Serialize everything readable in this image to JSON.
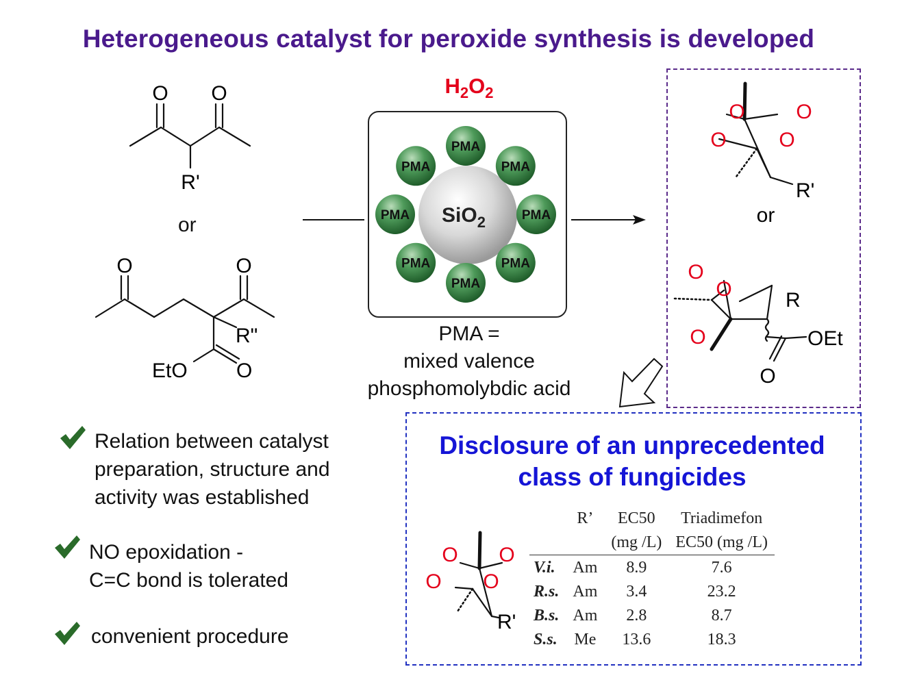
{
  "title": "Heterogeneous catalyst for peroxide synthesis is developed",
  "reactant1": {
    "o1": "O",
    "o2": "O",
    "substituent": "R'"
  },
  "or_left": "or",
  "reactant2": {
    "o1": "O",
    "o2": "O",
    "substituent": "R\"",
    "ester_o": "EtO",
    "ester_carbonyl": "O"
  },
  "reagent": {
    "h": "H",
    "h_sub": "2",
    "o": "O",
    "o_sub": "2"
  },
  "catalyst": {
    "core": "SiO",
    "core_sub": "2",
    "shell_label": "PMA",
    "shell_count": 8
  },
  "pma_definition": [
    "PMA =",
    "mixed valence",
    "phosphomolybdic acid"
  ],
  "product1": {
    "atoms": [
      "O",
      "O",
      "O",
      "O"
    ],
    "substituent": "R'"
  },
  "or_right": "or",
  "product2": {
    "atoms": [
      "O",
      "O",
      "O"
    ],
    "substituent": "R",
    "ester": "OEt",
    "carbonyl_o": "O"
  },
  "bullets": [
    [
      "Relation between catalyst",
      "preparation, structure and",
      "activity was established"
    ],
    [
      "NO epoxidation -",
      "C=C bond is tolerated"
    ],
    [
      "convenient procedure"
    ]
  ],
  "disclosure": [
    "Disclosure of an unprecedented",
    "class of fungicides"
  ],
  "table_structure": {
    "atoms": [
      "O",
      "O",
      "O",
      "O"
    ],
    "substituent": "R'"
  },
  "table": {
    "headers_row1": [
      "",
      "R’",
      "EC50",
      "Triadimefon"
    ],
    "headers_row2": [
      "",
      "",
      "(mg /L)",
      "EC50 (mg /L)"
    ],
    "rows": [
      {
        "organism": "V.i.",
        "r": "Am",
        "ec50": "8.9",
        "triadimefon": "7.6"
      },
      {
        "organism": "R.s.",
        "r": "Am",
        "ec50": "3.4",
        "triadimefon": "23.2"
      },
      {
        "organism": "B.s.",
        "r": "Am",
        "ec50": "2.8",
        "triadimefon": "8.7"
      },
      {
        "organism": "S.s.",
        "r": "Me",
        "ec50": "13.6",
        "triadimefon": "18.3"
      }
    ]
  },
  "colors": {
    "title": "#4a1a8c",
    "oxygen_red": "#e4001b",
    "disclosure_blue": "#1515d6",
    "check_green": "#2a6b2a",
    "pma_green": "#2e7d3e"
  }
}
